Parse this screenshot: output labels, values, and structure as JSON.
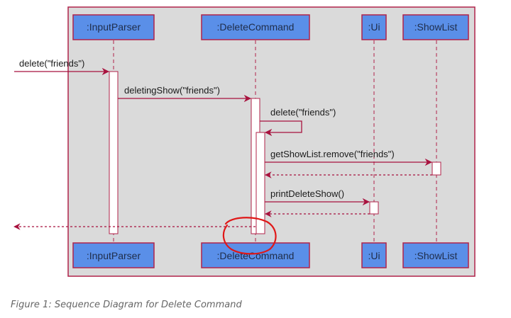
{
  "diagram": {
    "participants": [
      {
        "id": "parser",
        "label": ":InputParser"
      },
      {
        "id": "delete",
        "label": ":DeleteCommand"
      },
      {
        "id": "ui",
        "label": ":Ui"
      },
      {
        "id": "show",
        "label": ":ShowList"
      }
    ],
    "messages": [
      {
        "label": "delete(\"friends\")"
      },
      {
        "label": "deletingShow(\"friends\")"
      },
      {
        "label": "delete(\"friends\")"
      },
      {
        "label": "getShowList.remove(\"friends\")"
      },
      {
        "label": "printDeleteShow()"
      }
    ],
    "colors": {
      "frame_border": "#b0234a",
      "frame_fill": "#dadada",
      "participant_fill": "#5a8fe8",
      "participant_border": "#b0234a",
      "arrow": "#a8123e",
      "annotation": "#e01818"
    }
  },
  "caption": "Figure 1: Sequence Diagram for Delete Command"
}
